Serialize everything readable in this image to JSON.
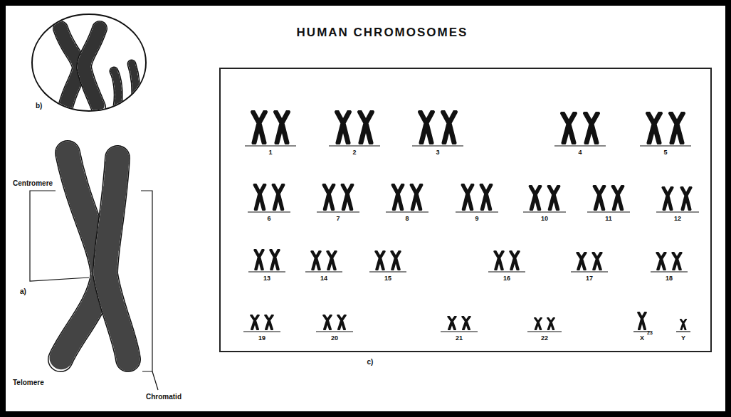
{
  "diagram": {
    "title": "HUMAN CHROMOSOMES",
    "nodes": [
      {
        "text": [
          "1",
          "2",
          "3",
          "4",
          "5",
          "6",
          "7",
          "8",
          "9",
          "10",
          "11",
          "12",
          "13",
          "14",
          "15",
          "16",
          "17",
          "18",
          "19",
          "20",
          "21",
          "22",
          "X",
          "23",
          "Y"
        ]
      }
    ],
    "labels": [
      "b)",
      "Centromere",
      "a)",
      "Telomere",
      "Chromatid",
      "c)"
    ]
  }
}
